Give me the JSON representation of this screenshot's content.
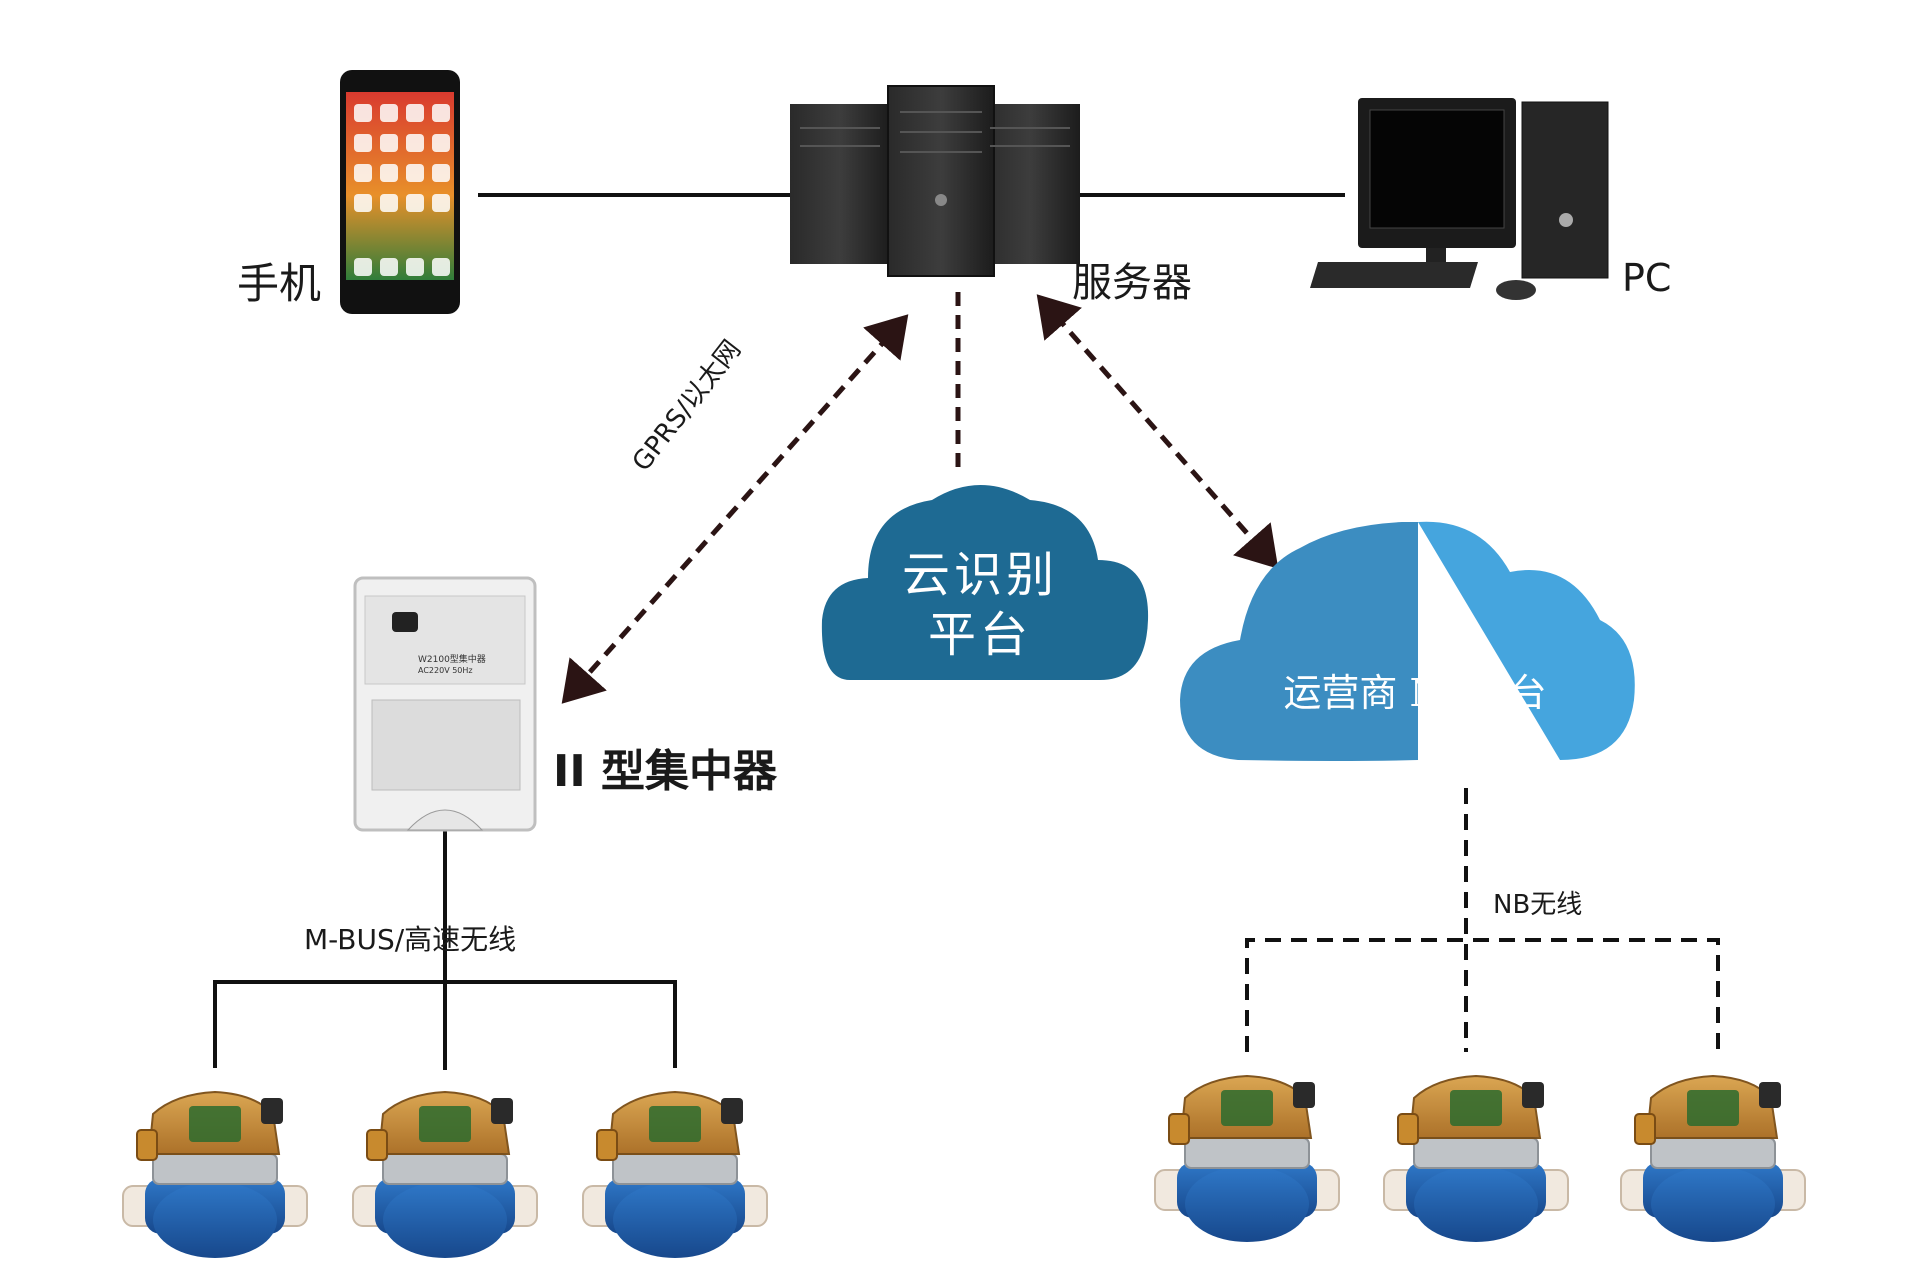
{
  "labels": {
    "phone": "手机",
    "server": "服务器",
    "pc": "PC",
    "gprs": "GPRS/以太网",
    "cloud_recognition_line1": "云识别",
    "cloud_recognition_line2": "平台",
    "operator_cloud": "运营商  NB平台",
    "concentrator": "II 型集中器",
    "mbus": "M-BUS/高速无线",
    "nb_wireless": "NB无线"
  },
  "device_text": {
    "concentrator_model": "W2100型集中器",
    "concentrator_rating": "AC220V 50Hz"
  },
  "colors": {
    "cloud_left": "#1e6a93",
    "cloud_operator_left": "#3c8dc1",
    "cloud_operator_right": "#45a5de",
    "arrow_dashed": "#2b1414",
    "meter_blue": "#1f5fb0",
    "meter_amber": "#c88a2e"
  },
  "icons": [
    "phone-icon",
    "server-icon",
    "pc-icon",
    "concentrator-icon",
    "water-meter-icon"
  ]
}
